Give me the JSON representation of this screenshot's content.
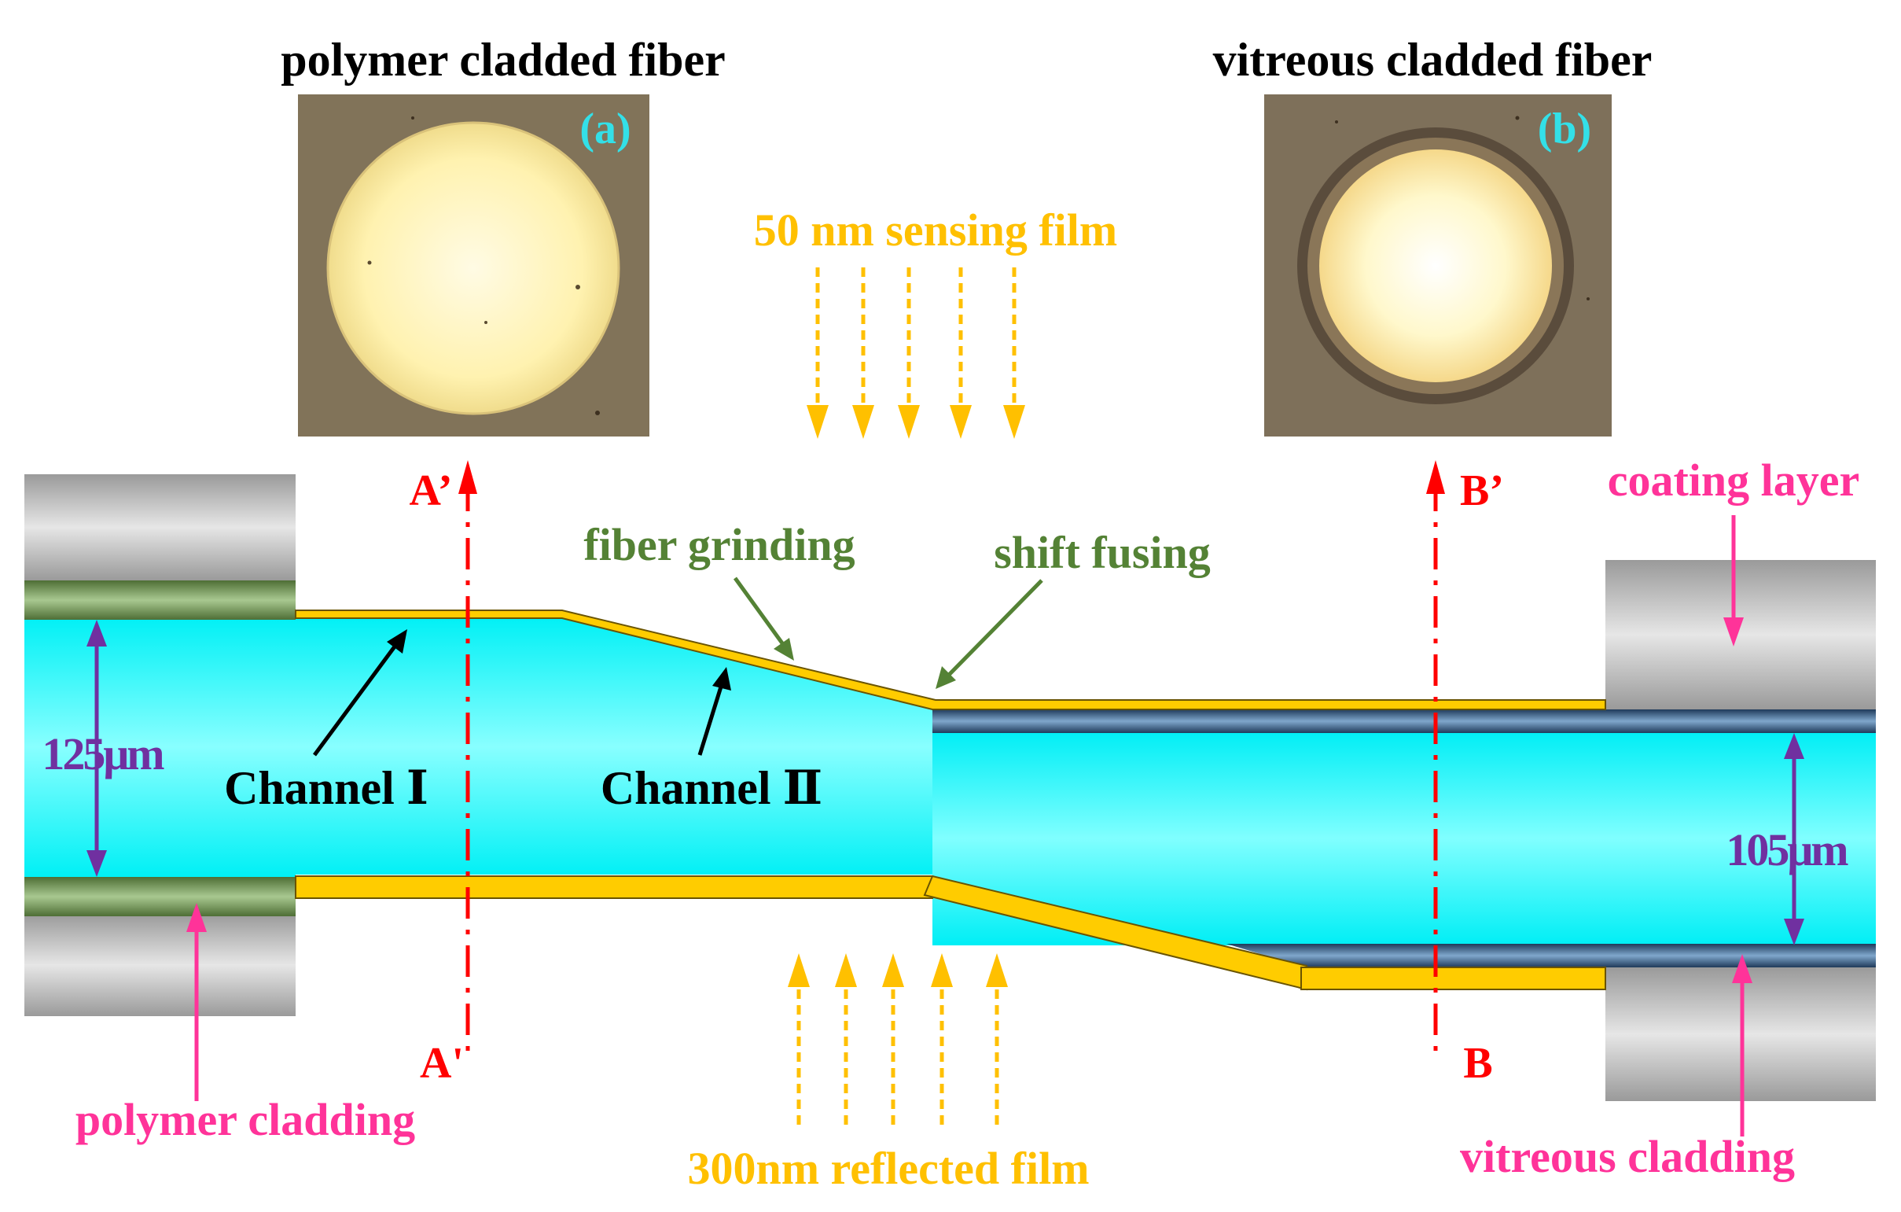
{
  "headings": {
    "left": "polymer cladded fiber",
    "right": "vitreous cladded fiber"
  },
  "micrographs": {
    "left_tag": "(a)",
    "right_tag": "(b)"
  },
  "films": {
    "sensing": "50 nm sensing film",
    "reflected": "300nm reflected film"
  },
  "annotations": {
    "fiber_grinding": "fiber grinding",
    "shift_fusing": "shift fusing",
    "coating_layer": "coating layer",
    "polymer_cladding": "polymer cladding",
    "vitreous_cladding": "vitreous cladding"
  },
  "channels": {
    "one": "Channel Ⅰ",
    "two": "Channel Ⅱ"
  },
  "dimensions": {
    "left": "125μm",
    "right": "105μm"
  },
  "sections": {
    "a_top": "A’",
    "a_bottom": "A'",
    "b_top": "B’",
    "b_bottom": "B"
  },
  "colors": {
    "core": "#00f0f5",
    "film": "#ffcc00",
    "section": "#ff0000",
    "film_text": "#ffc000",
    "annotation_green": "#548235",
    "pink": "#ff3399",
    "dimension": "#7030a0",
    "tag": "#33e0e8"
  }
}
